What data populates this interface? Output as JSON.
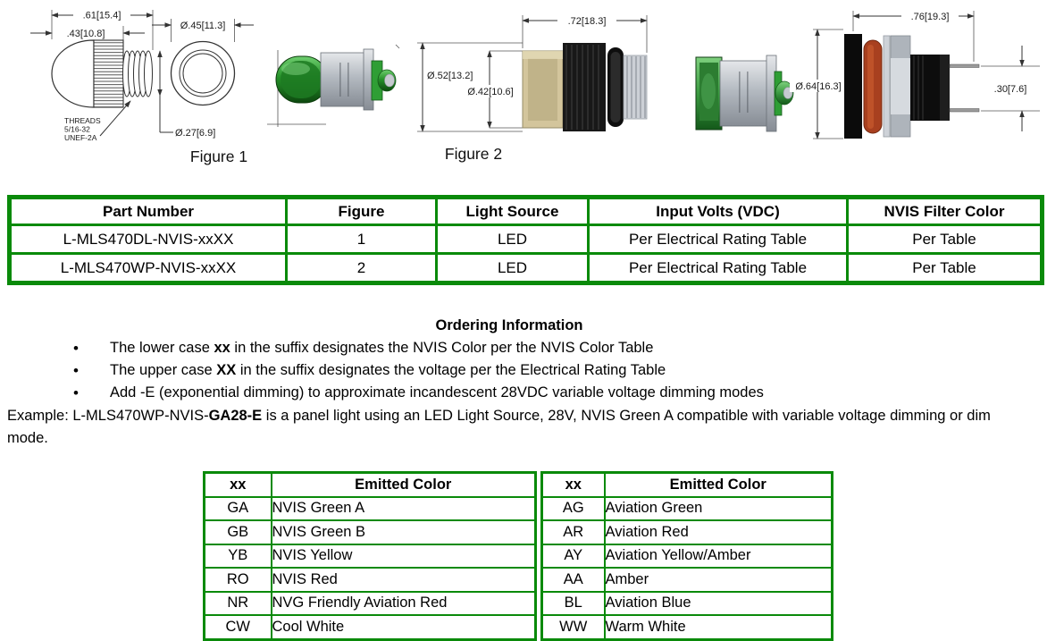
{
  "colors": {
    "table_border_green": "#0a8a0a",
    "lamp_green": "#2f9e35",
    "lens_tan": "#d3c59c",
    "oring_red": "#a8401f"
  },
  "figures": {
    "fig1": {
      "caption": "Figure 1",
      "dim_total_length": ".61[15.4]",
      "dim_cap_length": ".43[10.8]",
      "dim_outer_dia": "Ø.45[11.3]",
      "dim_hole_dia": "Ø.27[6.9]",
      "threads_note_line1": "THREADS",
      "threads_note_line2": "5/16-32",
      "threads_note_line3": "UNEF-2A"
    },
    "fig2": {
      "caption": "Figure 2",
      "dim_total_length": ".72[18.3]",
      "dim_outer_dia": "Ø.52[13.2]",
      "dim_lens_dia": "Ø.42[10.6]"
    },
    "assembly": {
      "dim_total_length": ".76[19.3]",
      "dim_flange_dia": "Ø.64[16.3]",
      "dim_pin_spacing": ".30[7.6]"
    }
  },
  "part_table": {
    "headers": [
      "Part Number",
      "Figure",
      "Light Source",
      "Input Volts (VDC)",
      "NVIS Filter Color"
    ],
    "rows": [
      [
        "L-MLS470DL-NVIS-xxXX",
        "1",
        "LED",
        "Per Electrical Rating Table",
        "Per Table"
      ],
      [
        "L-MLS470WP-NVIS-xxXX",
        "2",
        "LED",
        "Per Electrical Rating Table",
        "Per Table"
      ]
    ]
  },
  "ordering": {
    "title": "Ordering Information",
    "bullets": [
      {
        "pre": "The lower case ",
        "bold": "xx",
        "post": " in the suffix designates the NVIS Color per the NVIS Color Table"
      },
      {
        "pre": "The upper case ",
        "bold": "XX",
        "post": " in the suffix designates the voltage per the Electrical Rating Table"
      },
      {
        "pre": "Add -E (exponential dimming) to approximate incandescent 28VDC variable voltage dimming modes",
        "bold": "",
        "post": ""
      }
    ],
    "example": {
      "pre": "Example: L-MLS470WP-NVIS-",
      "bold": "GA28-E",
      "post": " is a panel light using an LED Light Source, 28V, NVIS Green A compatible with variable voltage dimming or dim mode."
    }
  },
  "color_table": {
    "left": {
      "headers": [
        "xx",
        "Emitted Color"
      ],
      "rows": [
        [
          "GA",
          "NVIS Green A"
        ],
        [
          "GB",
          "NVIS Green B"
        ],
        [
          "YB",
          "NVIS Yellow"
        ],
        [
          "RO",
          "NVIS Red"
        ],
        [
          "NR",
          "NVG Friendly Aviation Red"
        ],
        [
          "CW",
          "Cool White"
        ]
      ]
    },
    "right": {
      "headers": [
        "xx",
        "Emitted Color"
      ],
      "rows": [
        [
          "AG",
          "Aviation Green"
        ],
        [
          "AR",
          "Aviation Red"
        ],
        [
          "AY",
          "Aviation Yellow/Amber"
        ],
        [
          "AA",
          "Amber"
        ],
        [
          "BL",
          "Aviation Blue"
        ],
        [
          "WW",
          "Warm White"
        ]
      ]
    }
  }
}
